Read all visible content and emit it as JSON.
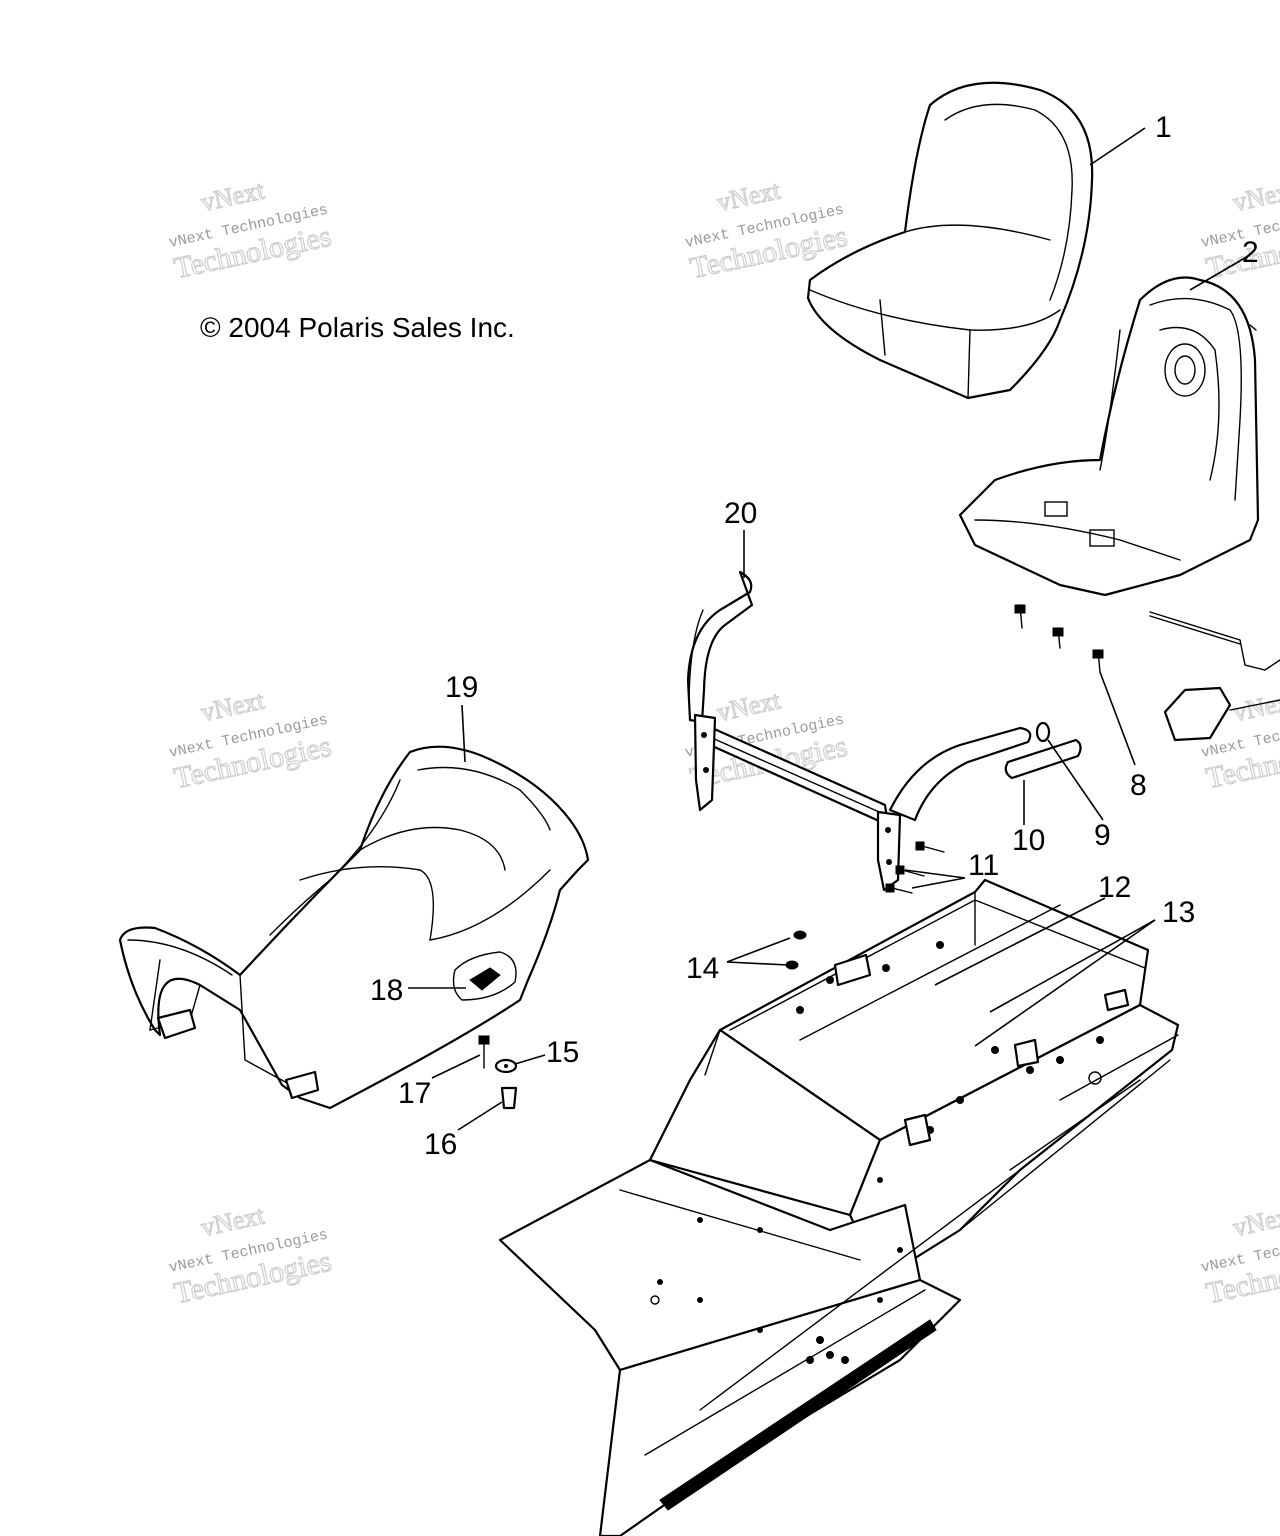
{
  "copyright": "© 2004 Polaris Sales Inc.",
  "watermark": {
    "line1": "vNext",
    "line2": "vNext Technologies",
    "line3": "Technologies"
  },
  "callouts": {
    "c1": "1",
    "c2": "2",
    "c8": "8",
    "c9": "9",
    "c10": "10",
    "c11": "11",
    "c12": "12",
    "c13": "13",
    "c14": "14",
    "c15": "15",
    "c16": "16",
    "c17": "17",
    "c18": "18",
    "c19": "19",
    "c20": "20"
  }
}
